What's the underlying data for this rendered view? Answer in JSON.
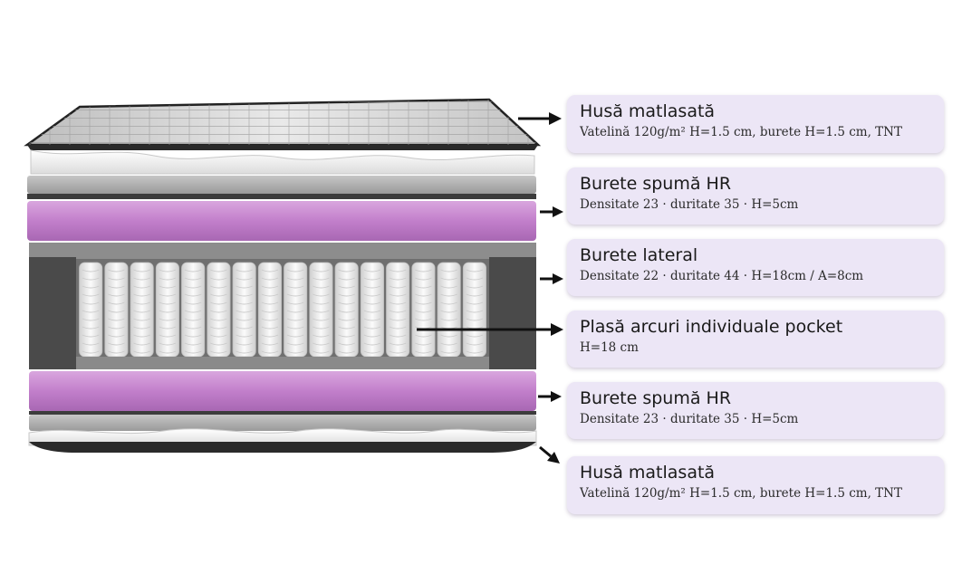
{
  "colors": {
    "card_bg": "#ece6f6",
    "purple_foam": "#c88fd0",
    "gray_foam": "#a9a9a9",
    "dark_foam": "#4a4a4a",
    "arrow": "#111111"
  },
  "layers": [
    {
      "title": "Husă matlasată",
      "description": "Vatelină 120g/m² H=1.5 cm, burete H=1.5 cm, TNT"
    },
    {
      "title": "Burete spumă HR",
      "description": "Densitate 23 · duritate 35 · H=5cm"
    },
    {
      "title": "Burete lateral",
      "description": "Densitate 22 · duritate 44 · H=18cm / A=8cm"
    },
    {
      "title": "Plasă arcuri individuale pocket",
      "description": "H=18 cm"
    },
    {
      "title": "Burete spumă HR",
      "description": "Densitate 23 · duritate 35 · H=5cm"
    },
    {
      "title": "Husă matlasată",
      "description": "Vatelină 120g/m² H=1.5 cm, burete H=1.5 cm, TNT"
    }
  ]
}
